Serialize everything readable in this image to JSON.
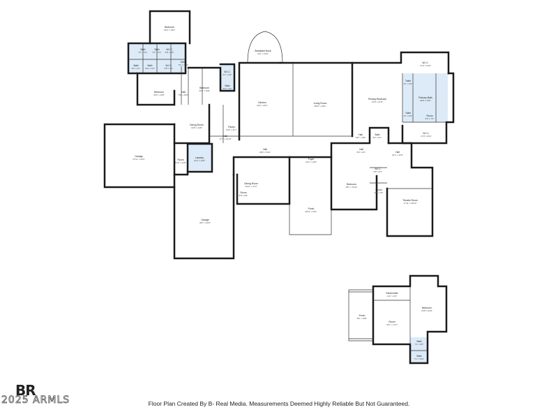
{
  "brand": {
    "logo_text": "BR",
    "copyright": "2025 ARMLS"
  },
  "footer": {
    "disclaimer": "Floor Plan Created By B- Real Media. Measurements Deemed Highly Reliable But Not Guaranteed."
  },
  "colors": {
    "wall": "#1a1a1a",
    "bath_fill": "#dcebf7"
  },
  "rooms": [
    {
      "name": "Bedroom",
      "dim": "15'0\" x 16'6\""
    },
    {
      "name": "Bath",
      "dim": "5'1\" x 5'2\""
    },
    {
      "name": "Bath",
      "dim": "5'1\" x 5'4\""
    },
    {
      "name": "W.I.C.",
      "dim": "5'8\" x 4'8\""
    },
    {
      "name": "Bath",
      "dim": "8'2\" x 6'1\""
    },
    {
      "name": "Bath",
      "dim": "9'11\" x 6'4\""
    },
    {
      "name": "W.I.C.",
      "dim": "5'8\" x 6'1\""
    },
    {
      "name": "Entry",
      "dim": "5'1\" x 10'0\""
    },
    {
      "name": "Bedroom",
      "dim": "15'6\" x 12'8\""
    },
    {
      "name": "Hall",
      "dim": "5'0\" x 10'0\""
    },
    {
      "name": "Bedroom",
      "dim": "12'6\" x 16'8\""
    },
    {
      "name": "W.I.C.",
      "dim": "6'1\" x 6'8\""
    },
    {
      "name": "Bath",
      "dim": "5'5\" x 7'0\""
    },
    {
      "name": "Breakfast Nook",
      "dim": "12'1\" x 10'0\""
    },
    {
      "name": "Kitchen",
      "dim": "19'0\" x 26'1\""
    },
    {
      "name": "Living Room",
      "dim": "25'10\" x 28'1\""
    },
    {
      "name": "Primary Bedroom",
      "dim": "21'8\" x 27'8\""
    },
    {
      "name": "W.I.C.",
      "dim": "17'0\" x 6'10\""
    },
    {
      "name": "Toilet",
      "dim": "4'1\" x 6'0\""
    },
    {
      "name": "Primary Bath",
      "dim": "18'8\" x 13'0\""
    },
    {
      "name": "Toilet",
      "dim": "4'1\" x 6'0\""
    },
    {
      "name": "Room",
      "dim": "5'5\" x 7'0\""
    },
    {
      "name": "W.I.C.",
      "dim": "17'0\" x 8'11\""
    },
    {
      "name": "Dining Room",
      "dim": "12'8\" x 14'8\""
    },
    {
      "name": "Pantry",
      "dim": "8'11\" x 11'7\""
    },
    {
      "name": "Garage",
      "dim": "27'11\" x 24'3\""
    },
    {
      "name": "Room",
      "dim": "5'10\" x 12'8\""
    },
    {
      "name": "Laundry",
      "dim": "12'2\" x 12'8\""
    },
    {
      "name": "Hall",
      "dim": "17'7\" x 10'10\""
    },
    {
      "name": "Hall",
      "dim": "18'0\" x 5'10\""
    },
    {
      "name": "Foyer",
      "dim": "14'2\" x 14'8\""
    },
    {
      "name": "Hall",
      "dim": "18'7\" x 5'8\""
    },
    {
      "name": "Hall",
      "dim": "8'6\" x 6'0\""
    },
    {
      "name": "Bath",
      "dim": "8'2\" x 8'1\""
    },
    {
      "name": "Hall",
      "dim": "10'1\" x 12'6\""
    },
    {
      "name": "W.I.C.",
      "dim": "5'8\" x 5'7\""
    },
    {
      "name": "Bedroom",
      "dim": "15'1\" x 19'11\""
    },
    {
      "name": "Room",
      "dim": "5'8\" x 7'5\""
    },
    {
      "name": "Theatre Room",
      "dim": "17'11\" x 30'10\""
    },
    {
      "name": "Dining Room",
      "dim": "15'11\" x 17'2\""
    },
    {
      "name": "Room",
      "dim": "5'8\" x 8'5\""
    },
    {
      "name": "Porch",
      "dim": "40'11\" x 22'1\""
    },
    {
      "name": "Garage",
      "dim": "26'1\" x 32'6\""
    },
    {
      "name": "Kitchenette",
      "dim": "14'1\" x 6'3\""
    },
    {
      "name": "Porch",
      "dim": "8'6\" x 19'8\""
    },
    {
      "name": "Room",
      "dim": "16'1\" x 17'2\""
    },
    {
      "name": "Bedroom",
      "dim": "13'8\" x 21'8\""
    },
    {
      "name": "Bath",
      "dim": "7'1\" x 5'8\""
    },
    {
      "name": "Bath",
      "dim": "7'1\" x 5'11\""
    }
  ]
}
